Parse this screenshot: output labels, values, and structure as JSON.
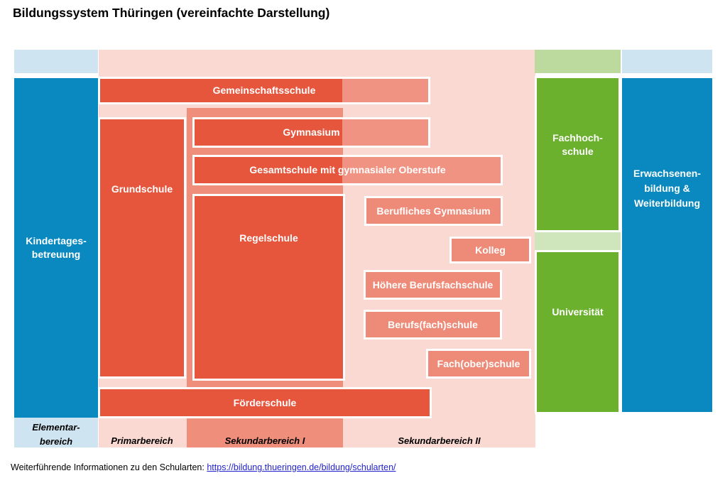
{
  "title": "Bildungssystem Thüringen (vereinfachte Darstellung)",
  "palette": {
    "dark_red": "#e5563d",
    "salmon": "#ee8b78",
    "salmon_tail": "#f09383",
    "salmon_band": "#ee8e7b",
    "pink": "#f9d9d1",
    "blue": "#0989bf",
    "light_blue": "#cfe4f1",
    "green": "#6bb12e",
    "light_green": "#bcd99e",
    "pale_green": "#cfe5bb",
    "link_blue": "#2222cc"
  },
  "columns": {
    "elementarbereich": {
      "label_line1": "Elementar-",
      "label_line2": "bereich"
    },
    "primarbereich": {
      "label": "Primarbereich"
    },
    "sekundarbereich1": {
      "label": "Sekundarbereich I"
    },
    "sekundarbereich2": {
      "label": "Sekundarbereich II"
    }
  },
  "boxes": {
    "kindertagesbetreuung": {
      "label_line1": "Kindertages-",
      "label_line2": "betreuung"
    },
    "gemeinschaftsschule": {
      "label": "Gemeinschaftsschule"
    },
    "grundschule": {
      "label": "Grundschule"
    },
    "gymnasium": {
      "label": "Gymnasium"
    },
    "gesamtschule": {
      "label": "Gesamtschule mit gymnasialer Oberstufe"
    },
    "berufliches_gymnasium": {
      "label": "Berufliches Gymnasium"
    },
    "regelschule": {
      "label": "Regelschule"
    },
    "kolleg": {
      "label": "Kolleg"
    },
    "hoehere_berufsfachschule": {
      "label": "Höhere Berufsfachschule"
    },
    "berufsfachschule": {
      "label": "Berufs(fach)schule"
    },
    "fachoberschule": {
      "label": "Fach(ober)schule"
    },
    "foerderschule": {
      "label": "Förderschule"
    },
    "fachhochschule": {
      "label_line1": "Fachhoch-",
      "label_line2": "schule"
    },
    "universitaet": {
      "label": "Universität"
    },
    "erwachsenenbildung": {
      "label_line1": "Erwachsenen-",
      "label_line2": "bildung &",
      "label_line3": "Weiterbildung"
    }
  },
  "footer": {
    "text": "Weiterführende Informationen zu den Schularten:",
    "link": "https://bildung.thueringen.de/bildung/schularten/"
  }
}
